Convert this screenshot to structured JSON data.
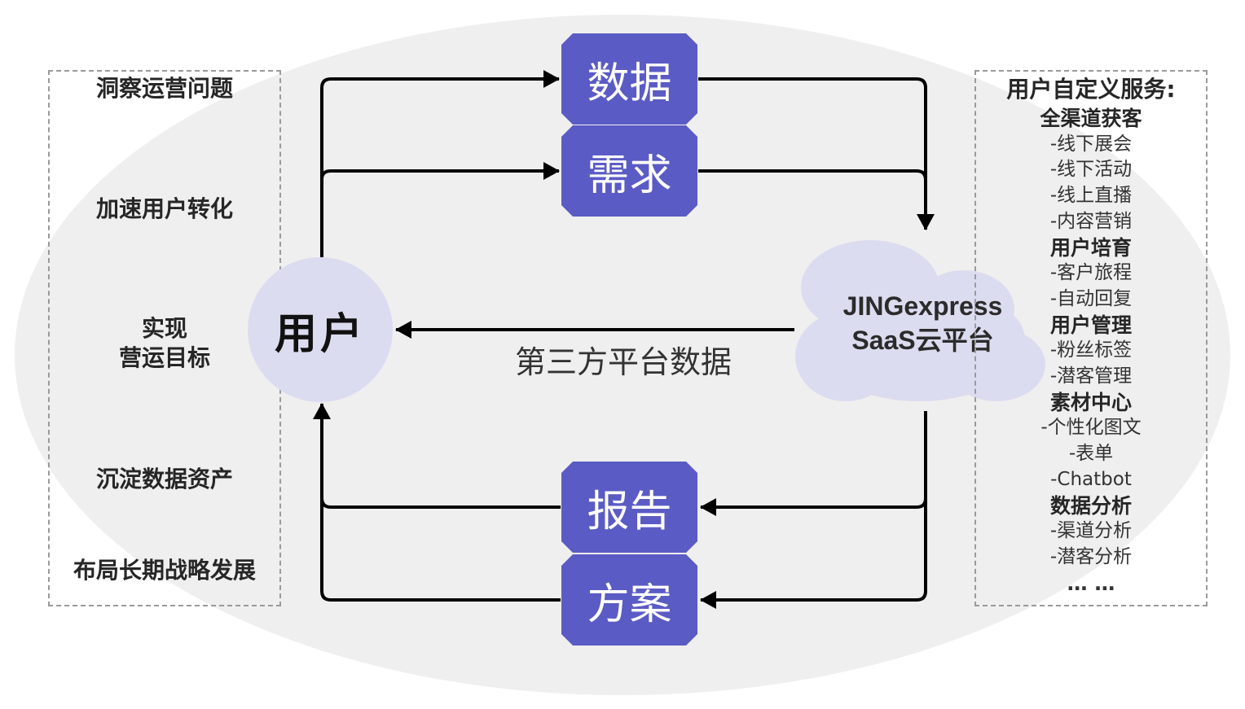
{
  "left_panel": {
    "goals": [
      {
        "lines": [
          "洞察运营问题"
        ]
      },
      {
        "lines": [
          "加速用户转化"
        ]
      },
      {
        "lines": [
          "实现",
          "营运目标"
        ]
      },
      {
        "lines": [
          "沉淀数据资产"
        ]
      },
      {
        "lines": [
          "布局长期战略发展"
        ]
      }
    ]
  },
  "flow": {
    "top_tiles": [
      "数据",
      "需求"
    ],
    "bottom_tiles": [
      "报告",
      "方案"
    ],
    "user_label": "用户",
    "third_party_label": "第三方平台数据"
  },
  "platform": {
    "name_line1": "JINGexpress",
    "name_line2": "SaaS云平台"
  },
  "services": {
    "title": "用户自定义服务:",
    "lines": [
      {
        "text": "全渠道获客",
        "kind": "cat"
      },
      {
        "text": "-线下展会",
        "kind": "sub"
      },
      {
        "text": "-线下活动",
        "kind": "sub"
      },
      {
        "text": "-线上直播",
        "kind": "sub"
      },
      {
        "text": "-内容营销",
        "kind": "sub"
      },
      {
        "text": "用户培育",
        "kind": "cat"
      },
      {
        "text": "-客户旅程",
        "kind": "sub"
      },
      {
        "text": "-自动回复",
        "kind": "sub"
      },
      {
        "text": "用户管理",
        "kind": "cat"
      },
      {
        "text": "-粉丝标签",
        "kind": "sub"
      },
      {
        "text": "-潜客管理",
        "kind": "sub"
      },
      {
        "text": "素材中心",
        "kind": "cat"
      },
      {
        "text": "-个性化图文",
        "kind": "sub"
      },
      {
        "text": "-表单",
        "kind": "sub"
      },
      {
        "text": "-Chatbot",
        "kind": "sub"
      },
      {
        "text": "数据分析",
        "kind": "cat"
      },
      {
        "text": "-渠道分析",
        "kind": "sub"
      },
      {
        "text": "-潜客分析",
        "kind": "sub"
      },
      {
        "text": "…  …",
        "kind": "more"
      }
    ]
  },
  "colors": {
    "tile": "#5b5bc5",
    "user_circle": "#dcdcf0",
    "cloud": "#dcdcf0",
    "background": "#efefef"
  }
}
